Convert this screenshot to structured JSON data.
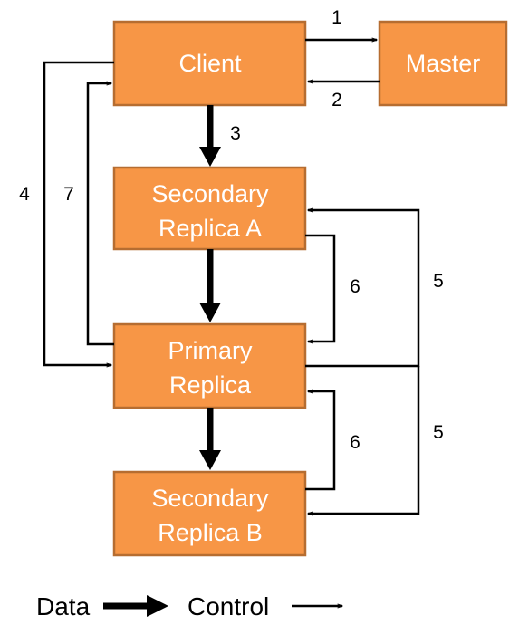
{
  "nodes": {
    "client": {
      "lines": [
        "Client"
      ]
    },
    "master": {
      "lines": [
        "Master"
      ]
    },
    "secondary_a": {
      "lines": [
        "Secondary",
        "Replica A"
      ]
    },
    "primary": {
      "lines": [
        "Primary",
        "Replica"
      ]
    },
    "secondary_b": {
      "lines": [
        "Secondary",
        "Replica B"
      ]
    }
  },
  "edges": {
    "e1": "1",
    "e2": "2",
    "e3": "3",
    "e4": "4",
    "e5_top": "5",
    "e5_bottom": "5",
    "e6_top": "6",
    "e6_bottom": "6",
    "e7": "7"
  },
  "legend": {
    "data_label": "Data",
    "control_label": "Control"
  },
  "colors": {
    "box_fill": "#F79646",
    "box_border": "#B66D31",
    "box_text": "#FFFFFF",
    "line": "#000000"
  }
}
